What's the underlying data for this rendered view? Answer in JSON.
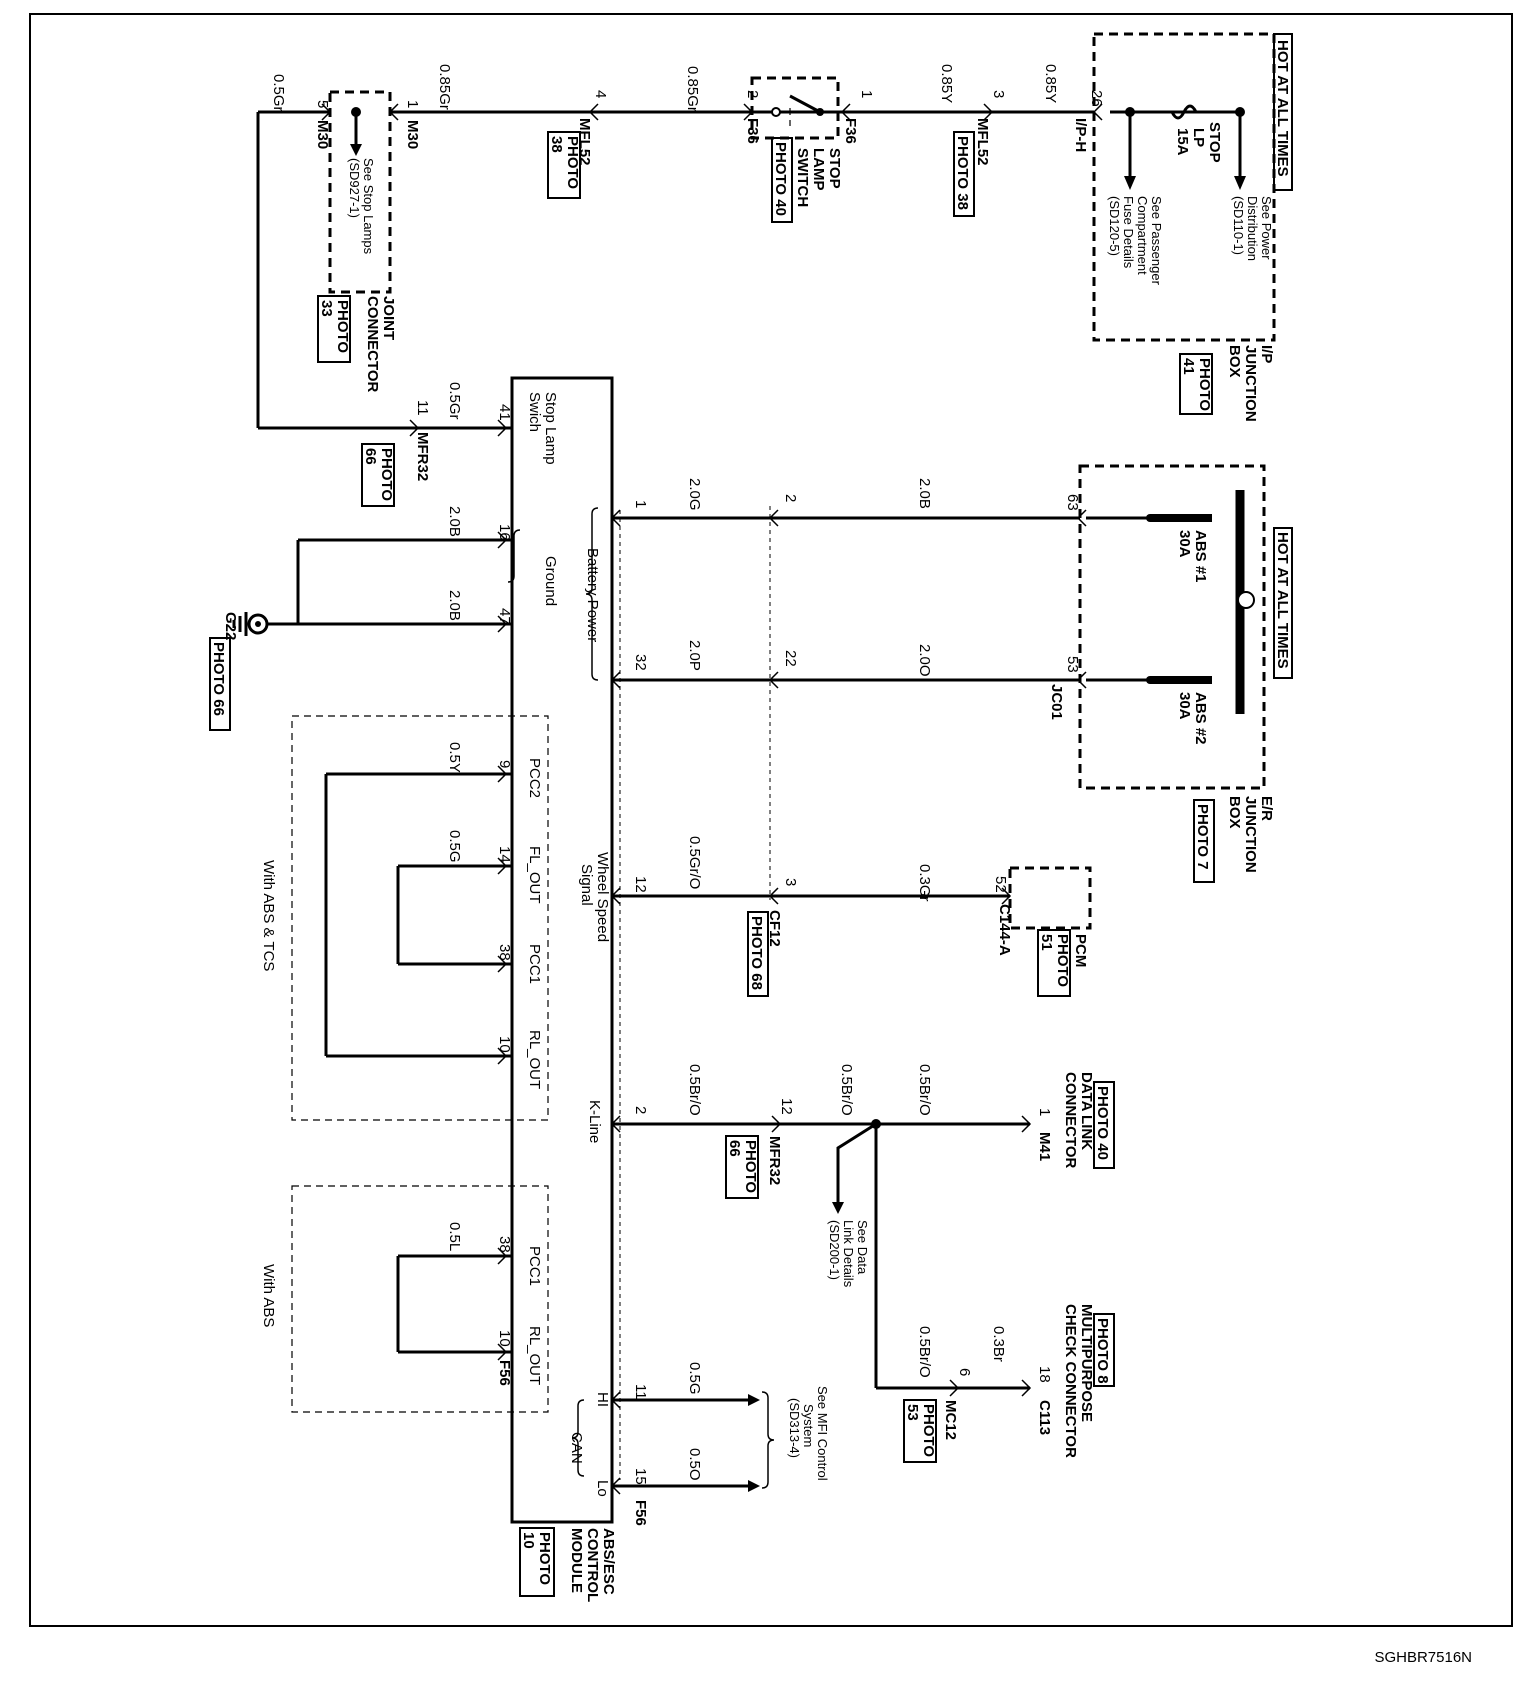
{
  "footer_code": "SGHBR7516N",
  "labels": {
    "hot1": "HOT AT ALL TIMES",
    "hot2": "HOT AT ALL TIMES",
    "ip_jb": [
      "I/P",
      "JUNCTION",
      "BOX"
    ],
    "er_jb": [
      "E/R",
      "JUNCTION",
      "BOX"
    ],
    "stop_fuse": [
      "STOP",
      "LP",
      "15A"
    ],
    "abs1_fuse": [
      "ABS #1",
      "30A"
    ],
    "abs2_fuse": [
      "ABS #2",
      "30A"
    ],
    "see_power_dist": [
      "See Power",
      "Distribution",
      "(SD110-1)"
    ],
    "see_pass_fuse": [
      "See Passenger",
      "Compartment",
      "Fuse Details",
      "(SD120-5)"
    ],
    "stop_switch": [
      "STOP",
      "LAMP",
      "SWITCH"
    ],
    "joint_conn": [
      "JOINT",
      "CONNECTOR"
    ],
    "see_stop_lamps": [
      "See Stop Lamps",
      "(SD927-1)"
    ],
    "module": [
      "ABS/ESC",
      "CONTROL",
      "MODULE"
    ],
    "pcm": "PCM",
    "dlc": [
      "DATA LINK",
      "CONNECTOR"
    ],
    "mpcc": [
      "MULTIPURPOSE",
      "CHECK CONNECTOR"
    ],
    "see_dlc": [
      "See Data",
      "Link Details",
      "(SD200-1)"
    ],
    "see_mfi": [
      "See MFI Control",
      "System",
      "(SD313-4)"
    ],
    "with_abs_tcs": "With ABS & TCS",
    "with_abs": "With ABS",
    "ground": "G22"
  },
  "photos": {
    "ip_jb": [
      "PHOTO",
      "41"
    ],
    "er_jb": [
      "PHOTO 7"
    ],
    "stop_sw": [
      "PHOTO 40"
    ],
    "mfl52a": [
      "PHOTO 38"
    ],
    "mfl52b": [
      "PHOTO",
      "38"
    ],
    "joint": [
      "PHOTO",
      "33"
    ],
    "mfr32a": [
      "PHOTO",
      "66"
    ],
    "g22": [
      "PHOTO 66"
    ],
    "cf12": [
      "PHOTO 68"
    ],
    "pcm": [
      "PHOTO",
      "51"
    ],
    "dlc": [
      "PHOTO 40"
    ],
    "mfr32b": [
      "PHOTO",
      "66"
    ],
    "mpcc": [
      "PHOTO 8"
    ],
    "mc12": [
      "PHOTO",
      "53"
    ],
    "module": [
      "PHOTO",
      "10"
    ]
  },
  "connectors": {
    "iph": "I/P-H",
    "mfl52a": "MFL52",
    "f36a": "F36",
    "f36b": "F36",
    "mfl52b": "MFL52",
    "m30a": "M30",
    "m30b": "M30",
    "mfr32a": "MFR32",
    "jc01": "JC01",
    "cf12": "CF12",
    "c144a": "C144-A",
    "m41": "M41",
    "mfr32b": "MFR32",
    "c113": "C113",
    "mc12": "MC12",
    "f56a": "F56",
    "f56b": "F56"
  },
  "pins": {
    "iph": "26",
    "mfl52a": "3",
    "f36_1": "1",
    "f36_2": "2",
    "mfl52b": "4",
    "m30_1": "1",
    "m30_5": "5",
    "mfr32_11": "11",
    "mod41": "41",
    "jc63": "63",
    "jc53": "53",
    "cf2": "2",
    "cf22": "22",
    "cf3": "3",
    "c52": "52",
    "mod1": "1",
    "mod32": "32",
    "mod12": "12",
    "mod16": "16",
    "mod47": "47",
    "m41_1": "1",
    "mfr12": "12",
    "mod2": "2",
    "c113_18": "18",
    "mc12_6": "6",
    "mod9": "9",
    "mod14": "14",
    "mod38a": "38",
    "mod10a": "10",
    "mod38b": "38",
    "mod10b": "10",
    "mod11": "11",
    "mod15": "15"
  },
  "wires": {
    "w085y_a": "0.85Y",
    "w085y_b": "0.85Y",
    "w085gr_a": "0.85Gr",
    "w085gr_b": "0.85Gr",
    "w05gr_a": "0.5Gr",
    "w05gr_b": "0.5Gr",
    "w20b_a": "2.0B",
    "w20g": "2.0G",
    "w20o": "2.0O",
    "w20p": "2.0P",
    "w20b_g1": "2.0B",
    "w20b_g2": "2.0B",
    "w03gr": "0.3Gr",
    "w05gro": "0.5Gr/O",
    "w05bro_a": "0.5Br/O",
    "w05bro_b": "0.5Br/O",
    "w05bro_c": "0.5Br/O",
    "w05bro_d": "0.5Br/O",
    "w03br": "0.3Br",
    "w05y": "0.5Y",
    "w05g": "0.5G",
    "w05l": "0.5L",
    "w05g_can": "0.5G",
    "w05o_can": "0.5O"
  },
  "module_pins": {
    "stop_sw": [
      "Stop Lamp",
      "Swich"
    ],
    "battery": "Battery Power",
    "ground": "Ground",
    "wss": [
      "Wheel Speed",
      "Signal"
    ],
    "kline": "K-Line",
    "pcc2": "PCC2",
    "fl_out": "FL_OUT",
    "pcc1a": "PCC1",
    "rl_outa": "RL_OUT",
    "pcc1b": "PCC1",
    "rl_outb": "RL_OUT",
    "hi": "HI",
    "lo": "Lo",
    "can": "CAN"
  }
}
